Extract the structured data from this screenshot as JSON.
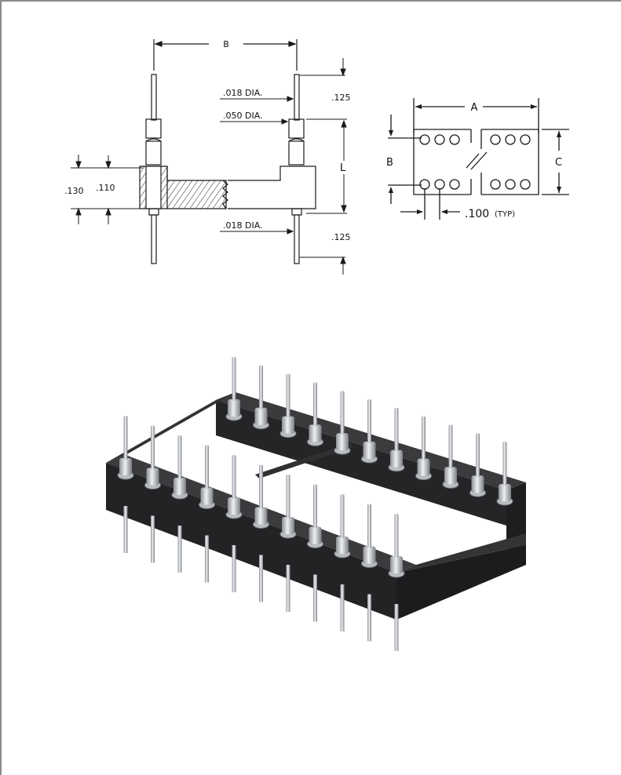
{
  "drawing": {
    "side_view": {
      "dim_B": "B",
      "dim_L": "L",
      "dia_top": ".018 DIA.",
      "dia_mid": ".050 DIA.",
      "dia_bottom": ".018 DIA.",
      "len_top": ".125",
      "len_bottom": ".125",
      "height_outer": ".130",
      "height_inner": ".110"
    },
    "top_view": {
      "dim_A": "A",
      "dim_B": "B",
      "dim_C": "C",
      "pitch": ".100",
      "pitch_note": "(TYP)"
    }
  },
  "colors": {
    "line": "#1a1a1a",
    "body_dark": "#2b2b2d",
    "pin_metal": "#c9ccd0"
  }
}
